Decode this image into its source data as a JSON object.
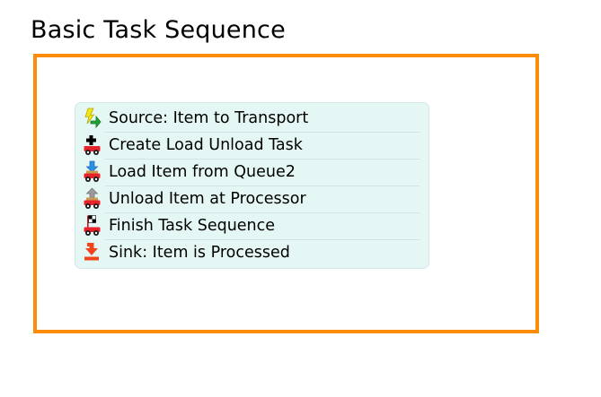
{
  "page": {
    "title": "Basic Task Sequence",
    "background": "#ffffff"
  },
  "frame": {
    "border_color": "#fa8c0a",
    "border_width": "4px",
    "fill": "#ffffff"
  },
  "task_panel": {
    "background": "#e4f7f5",
    "border_color": "#d3e8e6",
    "separator_color": "#d7e2e2",
    "items": [
      {
        "icon": "source-lightning-arrow-icon",
        "label": "Source: Item to Transport"
      },
      {
        "icon": "create-task-cart-plus-icon",
        "label": "Create Load Unload Task"
      },
      {
        "icon": "load-cart-down-arrow-icon",
        "label": "Load Item from Queue2"
      },
      {
        "icon": "unload-cart-up-arrow-icon",
        "label": "Unload Item at Processor"
      },
      {
        "icon": "finish-cart-checkered-flag-icon",
        "label": "Finish Task Sequence"
      },
      {
        "icon": "sink-down-arrow-bar-icon",
        "label": "Sink: Item is Processed"
      }
    ]
  },
  "colors": {
    "orange": "#fa8c0a",
    "panel_cyan": "#e4f7f5",
    "cart_red": "#e8222a",
    "arrow_blue": "#2b8fe8",
    "arrow_green": "#22a032",
    "bolt_yellow": "#f2e712",
    "load_tan": "#c79a4e",
    "arrow_gray": "#9a9a9a",
    "sink_orange": "#f2441a",
    "text_black": "#000000"
  }
}
